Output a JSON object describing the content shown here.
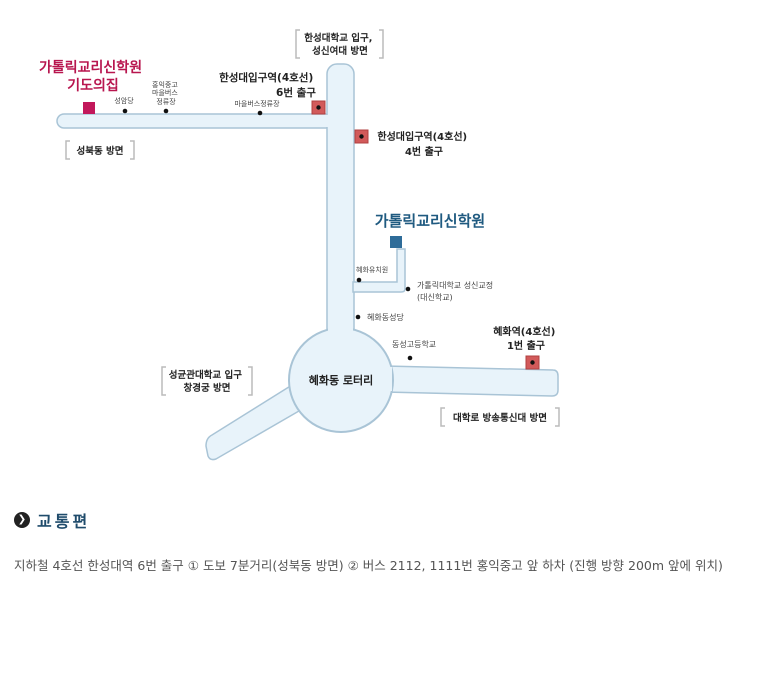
{
  "map": {
    "places": {
      "chapel_name": [
        "가톨릭교리신학원",
        "기도의집"
      ],
      "institute_name": "가톨릭교리신학원",
      "rotary": "혜화동 로터리"
    },
    "exits": {
      "hansung_exit6": [
        "한성대입구역(4호선)",
        "6번 출구"
      ],
      "hansung_exit4": [
        "한성대입구역(4호선)",
        "4번 출구"
      ],
      "hyehwa_exit1": [
        "혜화역(4호선)",
        "1번 출구"
      ]
    },
    "directions": {
      "top": [
        "한성대학교 입구,",
        "성신여대 방면"
      ],
      "left": "성북동 방면",
      "bottom_left": [
        "성균관대학교 입구",
        "창경궁 방면"
      ],
      "right": "대학로 방송통신대 방면"
    },
    "landmarks": {
      "seongnakdang": "성암당",
      "hongik_bus": [
        "홍익중고",
        "마을버스",
        "정류장"
      ],
      "village_bus": "마을버스정류장",
      "hyehwa_kindergarten": "혜화유치원",
      "catholic_univ": [
        "가톨릭대학교  성신교정",
        "(대신학교)"
      ],
      "hyehwa_church": "혜화동성당",
      "dongsung_school": "동성고등학교"
    },
    "colors": {
      "road_fill": "#e8f3fa",
      "road_stroke": "#a9c4d6",
      "exit_marker": "#d25a5a",
      "chapel_marker": "#c2185b",
      "institute_marker": "#2e6c99",
      "chapel_text": "#b8164f",
      "institute_text": "#1f5a80"
    }
  },
  "section": {
    "bullet_icon": "circle-arrow-right-icon",
    "title": "교통편"
  },
  "directions_text": "지하철 4호선 한성대역 6번 출구 ① 도보 7분거리(성북동 방면) ② 버스 2112, 1111번 홍익중고 앞 하차 (진행 방향 200m 앞에 위치)"
}
